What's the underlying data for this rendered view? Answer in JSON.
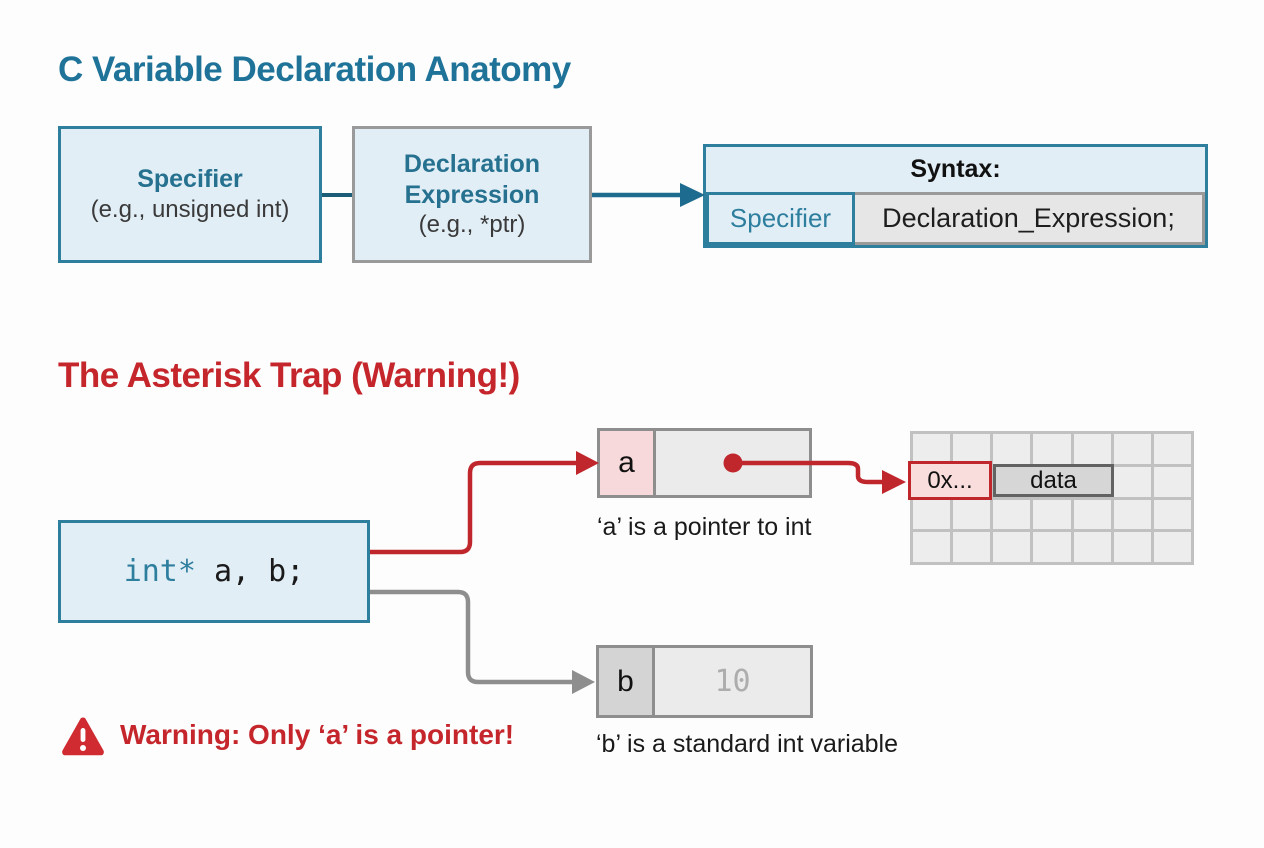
{
  "colors": {
    "teal_heading": "#1f7399",
    "teal_border": "#2e7e9e",
    "light_blue_fill": "#e1eef6",
    "red_accent": "#c5262c",
    "red_arrow": "#c0272d",
    "gray_border": "#9a9a9a",
    "gray_arrow": "#8e8e8e",
    "pink_cell": "#f8d9db",
    "memory_cell": "#ededed",
    "data_cell": "#d6d6d6"
  },
  "section_anatomy": {
    "title": "C Variable Declaration Anatomy",
    "specifier_box": {
      "title": "Specifier",
      "example": "(e.g., unsigned int)"
    },
    "declaration_box": {
      "title_line1": "Declaration",
      "title_line2": "Expression",
      "example": "(e.g., *ptr)"
    },
    "syntax_box": {
      "header": "Syntax:",
      "specifier_label": "Specifier",
      "expression_label": "Declaration_Expression;"
    }
  },
  "section_trap": {
    "title": "The Asterisk Trap (Warning!)",
    "code_box": {
      "keyword": "int*",
      "rest": " a, b;"
    },
    "pointer_var": {
      "name": "a",
      "caption": "‘a’ is a pointer to int"
    },
    "memory": {
      "columns": 7,
      "rows": 4,
      "address_label": "0x...",
      "data_label": "data"
    },
    "int_var": {
      "name": "b",
      "value": "10",
      "caption": "‘b’ is a standard int variable"
    },
    "warning": {
      "text": "Warning: Only ‘a’ is a pointer!"
    }
  }
}
